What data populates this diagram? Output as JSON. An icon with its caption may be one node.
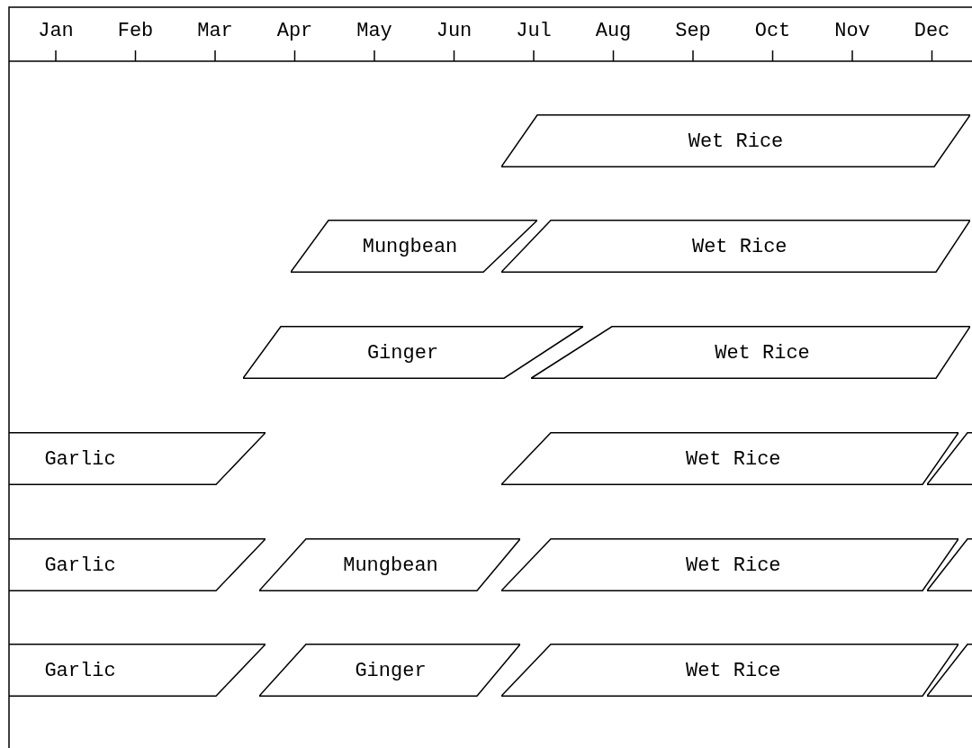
{
  "diagram": {
    "nodes": [
      {
        "text": [
          "Wet Rice"
        ]
      },
      {
        "text": [
          "Mungbean"
        ]
      },
      {
        "text": [
          "Wet Rice"
        ]
      },
      {
        "text": [
          "Ginger"
        ]
      },
      {
        "text": [
          "Wet Rice"
        ]
      },
      {
        "text": [
          "Garlic"
        ]
      },
      {
        "text": [
          "Wet Rice"
        ]
      },
      {
        "text": [],
        "shape": "parallelogram"
      },
      {
        "text": [
          "Garlic"
        ]
      },
      {
        "text": [
          "Mungbean"
        ]
      },
      {
        "text": [
          "Wet Rice"
        ]
      },
      {
        "text": [],
        "shape": "parallelogram"
      },
      {
        "text": [
          "Garlic"
        ]
      },
      {
        "text": [
          "Ginger"
        ]
      },
      {
        "text": [
          "Wet Rice"
        ]
      },
      {
        "text": [],
        "shape": "parallelogram"
      }
    ],
    "labels": [
      "Jan",
      "Feb",
      "Mar",
      "Apr",
      "May",
      "Jun",
      "Jul",
      "Aug",
      "Sep",
      "Oct",
      "Nov",
      "Dec"
    ]
  }
}
